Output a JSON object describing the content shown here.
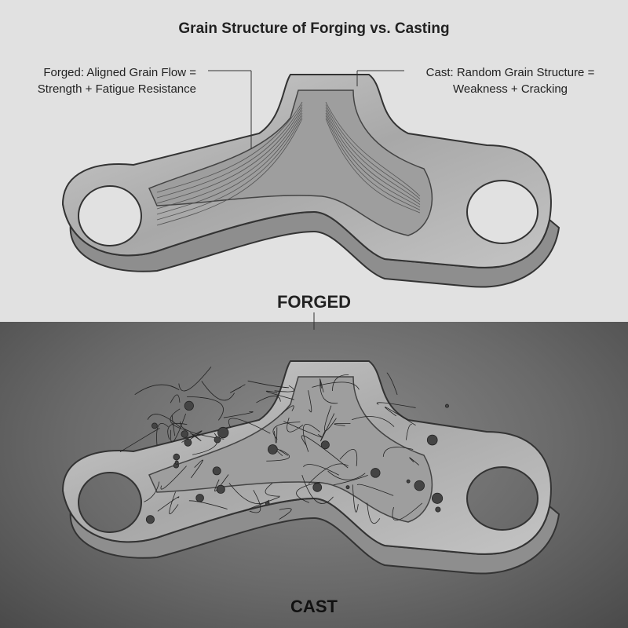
{
  "title": "Grain Structure of Forging vs. Casting",
  "forged_callout": {
    "line1": "Forged: Aligned Grain Flow =",
    "line2": "Strength + Fatigue Resistance"
  },
  "cast_callout": {
    "line1": "Cast: Random Grain Structure =",
    "line2": "Weakness + Cracking"
  },
  "forged_label": "FORGED",
  "cast_label": "CAST",
  "colors": {
    "top_background": "#e1e1e1",
    "bottom_background": "#6a6a6a",
    "metal": "#b5b5b5"
  }
}
